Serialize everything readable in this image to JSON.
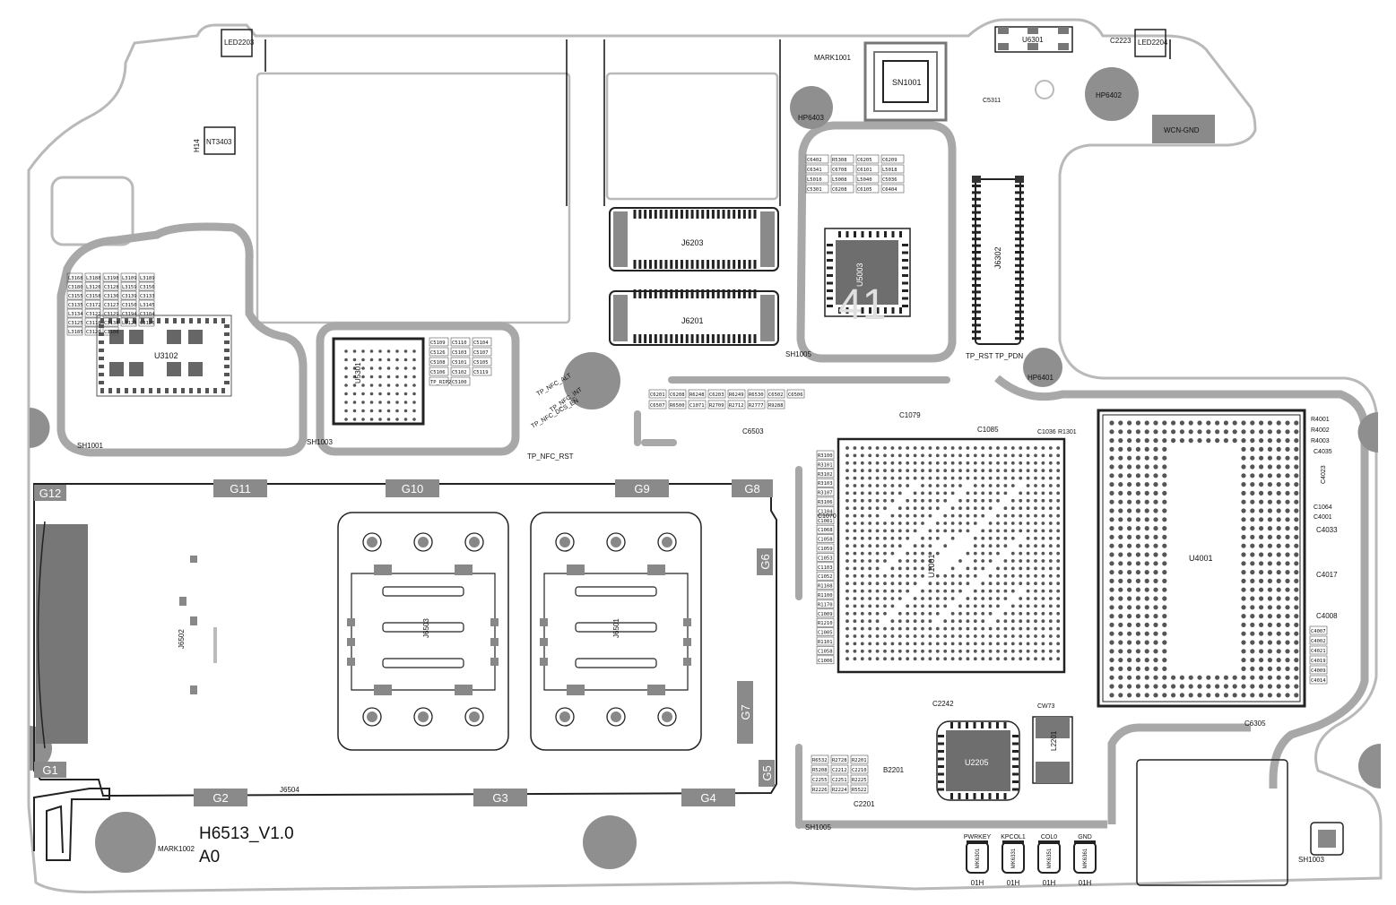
{
  "board": {
    "name": "H6513_V1.0",
    "revision": "A0",
    "colors": {
      "background": "#ffffff",
      "outline": "#b9b9b9",
      "shield": "#9a9a9a",
      "pad": "#8a8a8a",
      "ic": "#6e6e6e",
      "text": "#111111",
      "watermark": "#eeeeee"
    }
  },
  "watermark": {
    "number": "41"
  },
  "components": {
    "led_2203": "LED2203",
    "led_2204": "LED2204",
    "c_2223": "C2223",
    "u_6301": "U6301",
    "mark_1001": "MARK1001",
    "mark_1002": "MARK1002",
    "sn_1001": "SN1001",
    "hp_6402": "HP6402",
    "hp_6403": "HP6403",
    "hp_6401": "HP6401",
    "wcn_gnd": "WCN-GND",
    "nt_3403": "NT3403",
    "h_14": "H14",
    "u_3102": "U3102",
    "sh_1001": "SH1001",
    "sh_1003": "SH1003",
    "sh_1005": "SH1005",
    "u_5301": "U5301",
    "j_6203": "J6203",
    "j_6201": "J6201",
    "u_5003": "U5003",
    "j_6302": "J6302",
    "tp_rst_pdn": "TP_RST TP_PDN",
    "tp_nfc_int": "TP_NFC_INT",
    "tp_nfc_dcs": "TP_NFC_DCS_EN",
    "tp_nfc_rst": "TP_NFC_RST",
    "tp_nfc_alt": "TP_NFC_ALT",
    "u_1001": "U1001",
    "u_4001": "U4001",
    "u_2205": "U2205",
    "j_6504": "J6504",
    "j_6503": "J6503",
    "j_6502": "J6502",
    "j_6501": "J6501",
    "b_2201": "B2201",
    "c_2201": "C2201",
    "c_2242": "C2242",
    "l_2201": "L2201",
    "c_6503": "C6503",
    "c_6305": "C6305",
    "c_4033": "C4033",
    "c_4017": "C4017",
    "c_4008": "C4008",
    "c_1079": "C1079",
    "c_1085": "C1085",
    "c_1036": "C1036",
    "r_1301": "R1301",
    "c_1070": "C1070",
    "c_773": "CW73",
    "c_5311": "C5311",
    "c_4035": "C4035",
    "c_4023": "C4023",
    "c_2242b": "C2242",
    "r_4001": "R4001",
    "r_4002": "R4002",
    "r_4003": "R4003",
    "c_1064": "C1064",
    "c_4001": "C4001"
  },
  "gnd_pads": [
    "G12",
    "G11",
    "G10",
    "G9",
    "G8",
    "G6",
    "G7",
    "G5",
    "G1",
    "G2",
    "G3",
    "G4"
  ],
  "bottom_keys": {
    "labels": [
      "PWRKEY",
      "KPCOL1",
      "COL0",
      "GND"
    ],
    "parts": [
      "MK6301",
      "MK6331",
      "MK6351",
      "MK6361"
    ],
    "suffix": [
      "01H",
      "01H",
      "01H",
      "01H"
    ]
  },
  "small_refs": {
    "u3102_area": [
      "L3168",
      "L3188",
      "L3198",
      "L3109",
      "L3189",
      "C3180",
      "L3126",
      "C3128",
      "L3159",
      "C3156",
      "C3155",
      "C3158",
      "C3136",
      "C3139",
      "C3133",
      "C3135",
      "C3172",
      "C3127",
      "C3150",
      "L3145",
      "L3134",
      "C3122",
      "C3129",
      "C3194",
      "C3104",
      "C3125",
      "C3118",
      "C3138",
      "L3123",
      "C3126",
      "L3185",
      "C3120",
      "C3100"
    ],
    "u5301_area": [
      "C5109",
      "C5110",
      "C5104",
      "C5126",
      "C5103",
      "C5107",
      "C5108",
      "C5101",
      "C5105",
      "C5106",
      "C5102",
      "C5119",
      "TP_RIP2",
      "C5100"
    ],
    "u5003_area": [
      "C6402",
      "R5308",
      "C6205",
      "C6209",
      "C6341",
      "C6708",
      "C6101",
      "L5018",
      "L5010",
      "L5008",
      "L5040",
      "C5036",
      "C5301",
      "C6208",
      "C6105",
      "C6404"
    ],
    "u1001_area": [
      "R3100",
      "R3101",
      "R3102",
      "R3103",
      "R3107",
      "R3106",
      "C1104",
      "C1081",
      "C1068",
      "C1058",
      "C1059",
      "C1053",
      "C1103",
      "C1052",
      "R1108",
      "R1100",
      "R1170",
      "C1009",
      "R1210",
      "C1005",
      "R1101",
      "C1058",
      "C1006"
    ],
    "u2205_area": [
      "R6532",
      "R2728",
      "R2201",
      "R5208",
      "C2212",
      "C2210",
      "C2255",
      "C2251",
      "R2225",
      "R2226",
      "R2224",
      "R5522"
    ],
    "u4001_area": [
      "C4007",
      "C4002",
      "C4021",
      "C4019",
      "C4009",
      "C4014"
    ],
    "misc": [
      "C6201",
      "C6208",
      "R6248",
      "C6203",
      "R6249",
      "R6530",
      "C6502",
      "C6506",
      "C6507",
      "R6500",
      "C1071",
      "R2709",
      "R2712",
      "R2777",
      "R9288"
    ]
  }
}
